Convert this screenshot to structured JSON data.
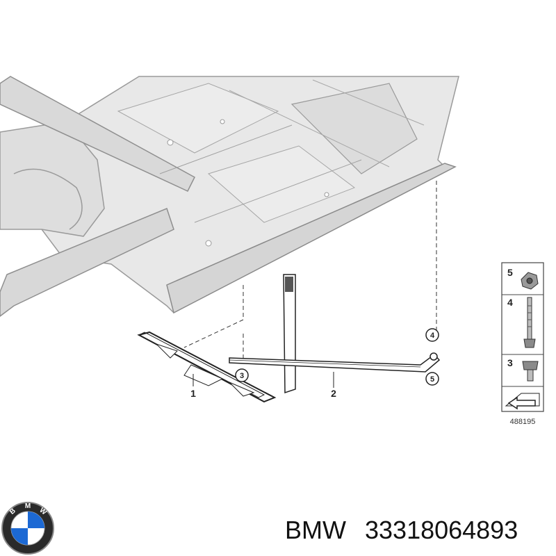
{
  "diagram": {
    "callouts": [
      "1",
      "2",
      "3",
      "4",
      "5"
    ],
    "legend": [
      {
        "number": "5",
        "icon": "flange-nut-icon"
      },
      {
        "number": "4",
        "icon": "stud-bolt-icon"
      },
      {
        "number": "3",
        "icon": "hex-bolt-icon"
      }
    ],
    "diagram_id": "488195"
  },
  "footer": {
    "brand": "BMW",
    "part_number": "33318064893",
    "logo_letters": [
      "B",
      "M",
      "W"
    ]
  },
  "colors": {
    "body_fill": "#e6e6e6",
    "body_stroke": "#9a9a9a",
    "part_stroke": "#222222",
    "bmw_blue": "#1c69d4"
  }
}
